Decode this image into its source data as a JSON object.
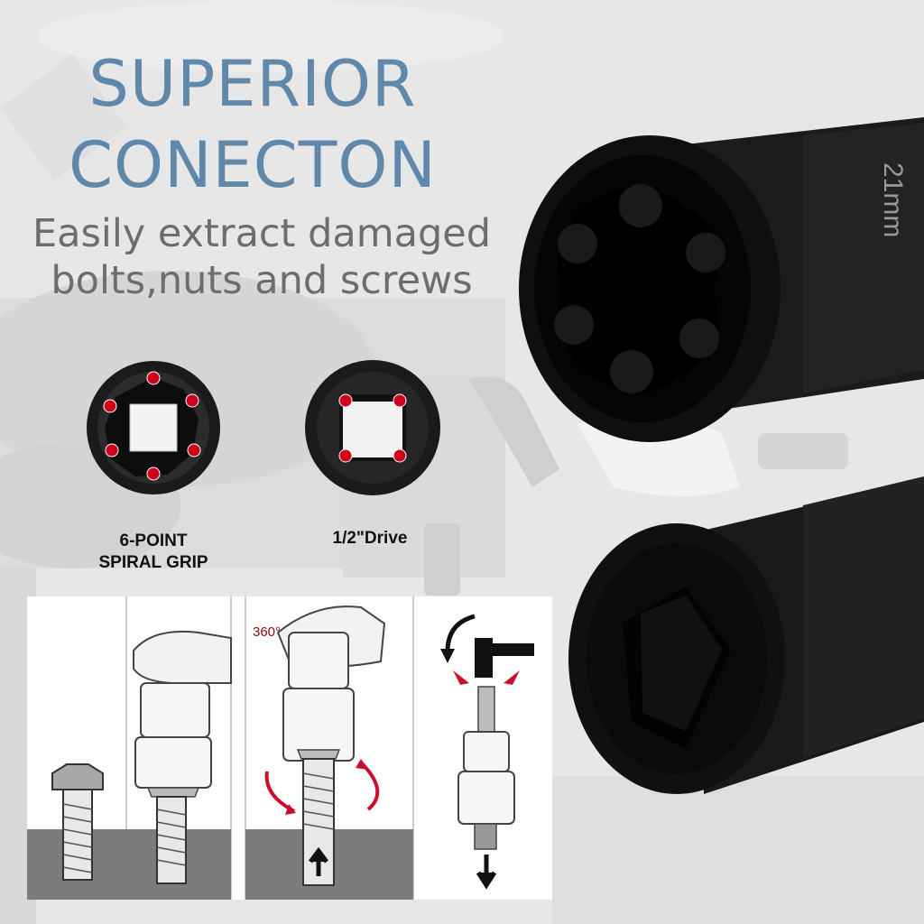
{
  "headline": {
    "line1": "SUPERIOR",
    "line2": "CONECTON"
  },
  "subtitle": {
    "line1": "Easily extract damaged",
    "line2": "bolts,nuts and screws"
  },
  "features": [
    {
      "line1": "6-POINT",
      "line2": "SPIRAL GRIP",
      "icon": "spiral-socket-icon"
    },
    {
      "line1": "1/2\"Drive",
      "icon": "square-drive-icon"
    }
  ],
  "steps": {
    "rotation_label": "360°"
  },
  "socket_markings": {
    "size": "21mm"
  },
  "colors": {
    "headline": "#5f88aa",
    "subtitle": "#6d6d6d",
    "accent_red": "#d1001a",
    "socket": "#151515"
  }
}
